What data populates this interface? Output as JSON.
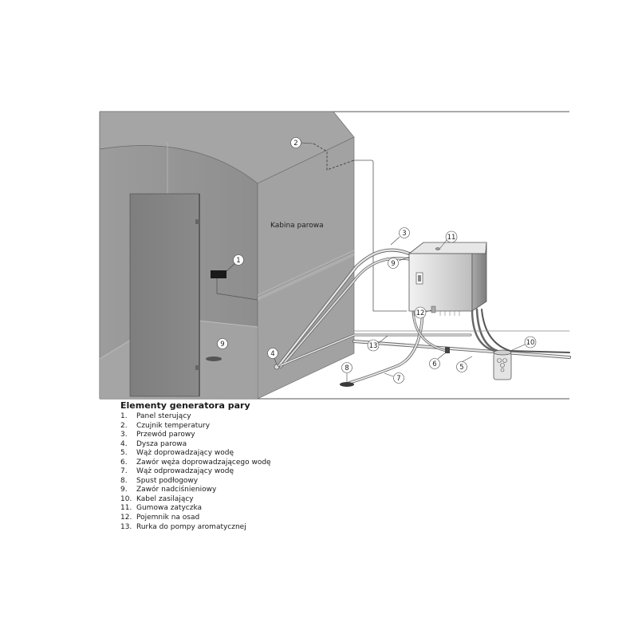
{
  "cabin_label": "Kabina parowa",
  "callouts": [
    "1",
    "2",
    "3",
    "4",
    "5",
    "6",
    "7",
    "8",
    "9",
    "9",
    "10",
    "11",
    "12",
    "13"
  ],
  "legend": {
    "title": "Elementy generatora pary",
    "items": [
      {
        "num": "1.",
        "text": "Panel sterujący"
      },
      {
        "num": "2.",
        "text": "Czujnik temperatury"
      },
      {
        "num": "3.",
        "text": "Przewód parowy"
      },
      {
        "num": "4.",
        "text": "Dysza parowa"
      },
      {
        "num": "5.",
        "text": "Wąż doprowadzający wodę"
      },
      {
        "num": "6.",
        "text": "Zawór węża doprowadzającego wodę"
      },
      {
        "num": "7.",
        "text": "Wąż odprowadzający wodę"
      },
      {
        "num": "8.",
        "text": "Spust podłogowy"
      },
      {
        "num": "9.",
        "text": "Zawór nadciśnieniowy"
      },
      {
        "num": "10.",
        "text": "Kabel zasilający"
      },
      {
        "num": "11.",
        "text": "Gumowa zatyczka"
      },
      {
        "num": "12.",
        "text": "Pojemnik na osad"
      },
      {
        "num": "13.",
        "text": "Rurka do pompy aromatycznej"
      }
    ]
  }
}
